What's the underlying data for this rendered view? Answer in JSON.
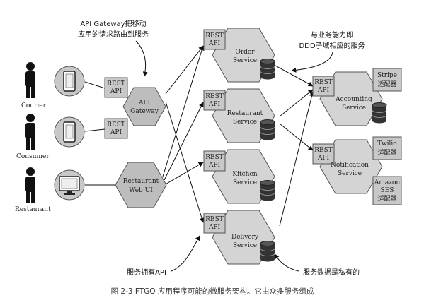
{
  "annotations": {
    "api_gateway_note": [
      "API Gateway把移动",
      "应用的请求路由到服务"
    ],
    "capability_note": [
      "与业务能力即",
      "DDD子域相应的服务"
    ],
    "own_api_note": "服务拥有API",
    "private_data_note": "服务数据是私有的"
  },
  "actors": {
    "courier": "Courier",
    "consumer": "Consumer",
    "restaurant": "Restaurant"
  },
  "rest_api": [
    "REST",
    "API"
  ],
  "nodes": {
    "api_gateway": [
      "API",
      "Gateway"
    ],
    "restaurant_web_ui": [
      "Restaurant",
      "Web UI"
    ],
    "order_service": [
      "Order",
      "Service"
    ],
    "restaurant_service": [
      "Restaurant",
      "Service"
    ],
    "kitchen_service": [
      "Kitchen",
      "Service"
    ],
    "delivery_service": [
      "Delivery",
      "Service"
    ],
    "accounting_service": [
      "Accounting",
      "Service"
    ],
    "notification_service": [
      "Notification",
      "Service"
    ]
  },
  "adapters": {
    "stripe": [
      "Stripe",
      "适配器"
    ],
    "twilio": [
      "Twilio",
      "适配器"
    ],
    "amazon_ses": [
      "Amazon",
      "SES",
      "适配器"
    ]
  },
  "caption": "图 2-3   FTGO 应用程序可能的微服务架构。它由众多服务组成",
  "colors": {
    "hex_fill": "#d2d2d2",
    "hex_stroke": "#555555",
    "box_fill": "#c8c8c8",
    "ink": "#111111"
  }
}
